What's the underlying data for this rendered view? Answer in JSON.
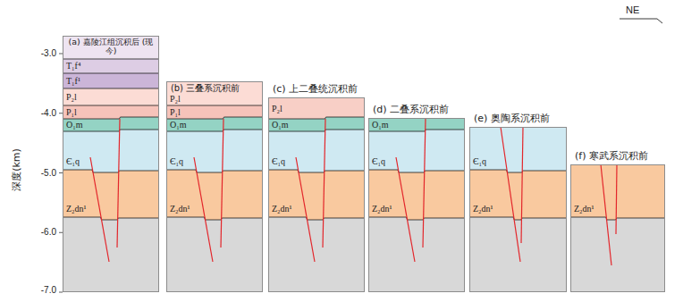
{
  "diagram": {
    "nodes": [
      {
        "text": [
          "(a) 嘉陵江组沉积后 (现今)"
        ]
      },
      {
        "text": [
          "(b) 三叠系沉积前"
        ]
      },
      {
        "text": [
          "(c) 上二叠统沉积前"
        ]
      },
      {
        "text": [
          "(d) 二叠系沉积前"
        ]
      },
      {
        "text": [
          "(e) 奥陶系沉积前"
        ]
      },
      {
        "text": [
          "(f) 寒武系沉积前"
        ]
      }
    ],
    "labels": [
      "深度(km)",
      "-3.0",
      "-4.0",
      "-5.0",
      "-6.0",
      "-7.0",
      "NE",
      "T₁f⁴",
      "T₁f¹",
      "P₂l",
      "P₁l",
      "O₁m",
      "Є₁q",
      "Z₂dn¹",
      "P₂l",
      "P₁l",
      "O₁m",
      "Є₁q",
      "Z₂dn¹",
      "P₂l",
      "O₁m",
      "Є₁q",
      "Z₂dn¹",
      "O₁m",
      "Є₁q",
      "Z₂dn¹",
      "Є₁q",
      "Z₂dn¹",
      "Z₂dn¹"
    ]
  }
}
